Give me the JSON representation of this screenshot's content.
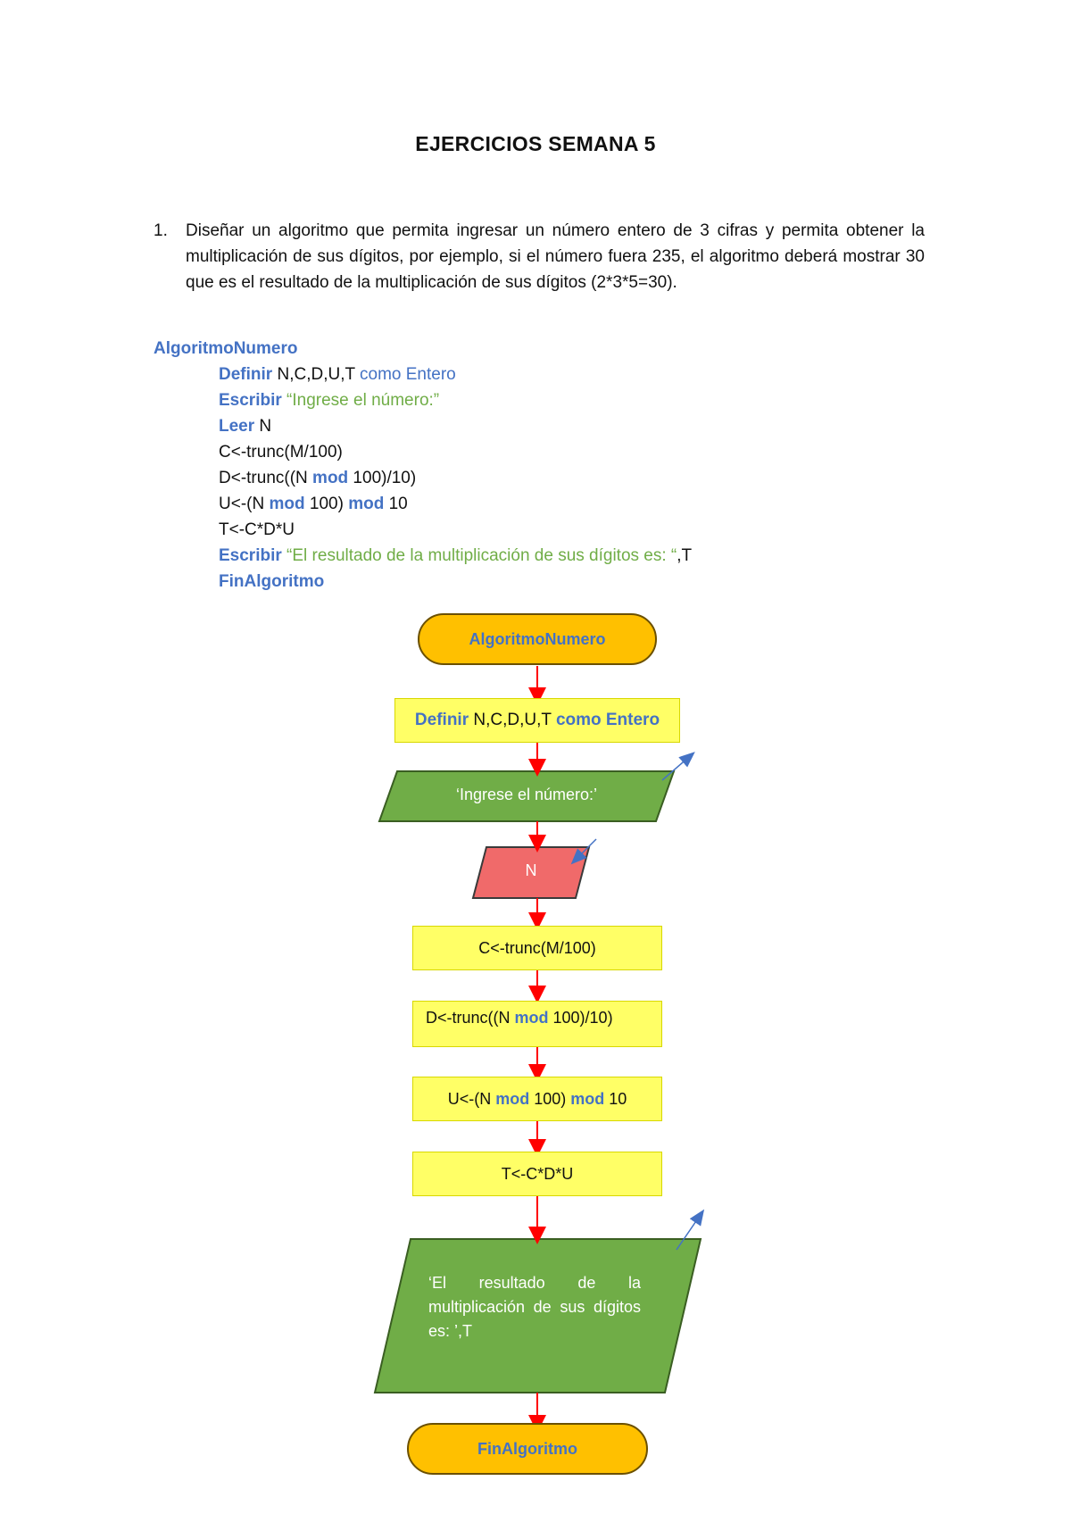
{
  "document": {
    "title": "EJERCICIOS SEMANA 5",
    "exercise": {
      "number": "1.",
      "text": "Diseñar un algoritmo que permita ingresar un número entero de 3 cifras y permita obtener la multiplicación de sus dígitos, por ejemplo, si el número fuera 235, el algoritmo deberá mostrar 30 que es el resultado de la multiplicación de sus dígitos (2*3*5=30)."
    },
    "pseudocode": {
      "header": "AlgoritmoNumero",
      "define_kw": "Definir",
      "define_vars": " N,C,D,U,T ",
      "define_type": "como Entero",
      "write1_kw": "Escribir",
      "write1_str": " “Ingrese el número:”",
      "read_kw": "Leer",
      "read_var": " N",
      "line_c": "C<-trunc(M/100)",
      "line_d_a": "D<-trunc((N ",
      "mod": "mod",
      "line_d_b": " 100)/10)",
      "line_u_a": "U<-(N ",
      "line_u_b": " 100) ",
      "line_u_c": " 10",
      "line_t": "T<-C*D*U",
      "write2_kw": "Escribir",
      "write2_str": " “El resultado de la multiplicación de sus dígitos es: “",
      "write2_tail": ",T",
      "end": "FinAlgoritmo"
    },
    "flowchart": {
      "start": "AlgoritmoNumero",
      "define_kw": "Definir",
      "define_vars": " N,C,D,U,T ",
      "define_type": "como Entero",
      "output1": "‘Ingrese el número:’",
      "input": "N",
      "step_c": "C<-trunc(M/100)",
      "step_d_a": "D<-trunc((N ",
      "mod": "mod",
      "step_d_b": " 100)/10)",
      "step_u_a": "U<-(N ",
      "step_u_b": " 100) ",
      "step_u_c": " 10",
      "step_t": "T<-C*D*U",
      "output2": "‘El resultado de la multiplicación de sus dígitos es: ’,T",
      "end": "FinAlgoritmo"
    },
    "colors": {
      "keyword": "#4472c4",
      "string": "#70ad47",
      "terminal_fill": "#ffc000",
      "process_fill": "#ffff66",
      "output_fill": "#70ad47",
      "input_fill": "#f06a6a",
      "arrow": "#ff0000"
    }
  }
}
